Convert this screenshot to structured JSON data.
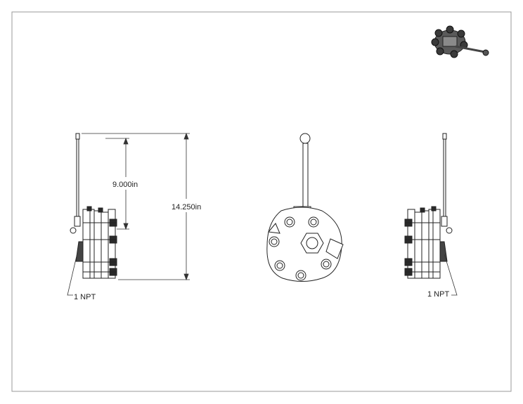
{
  "drawing": {
    "dimensions": {
      "lever_to_body": "9.000in",
      "overall_height": "14.250in"
    },
    "callouts": {
      "left_port": "1 NPT",
      "right_port": "1 NPT"
    }
  }
}
